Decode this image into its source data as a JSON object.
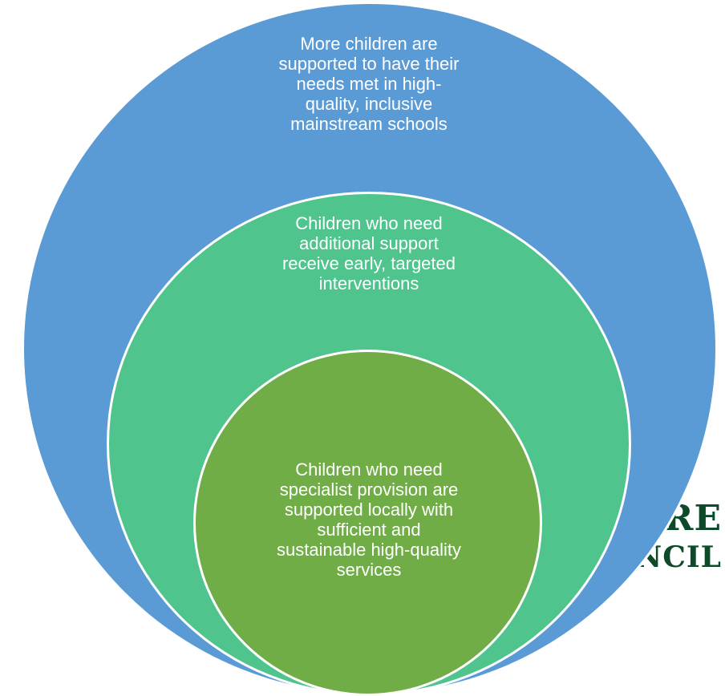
{
  "logo": {
    "line1": "IRE",
    "line2": "UNCIL"
  },
  "diagram": {
    "outer_label": "More children are\nsupported to have their\nneeds met in high-\nquality, inclusive\nmainstream schools",
    "middle_label": "Children who need\nadditional support\nreceive early, targeted\ninterventions",
    "inner_label": "Children who need\nspecialist provision are\nsupported locally with\nsufficient and\nsustainable high-quality\nservices"
  },
  "colors": {
    "outer": "#5b9bd5",
    "middle": "#4fc48d",
    "inner": "#70ad47",
    "logo": "#0d4a2a"
  }
}
